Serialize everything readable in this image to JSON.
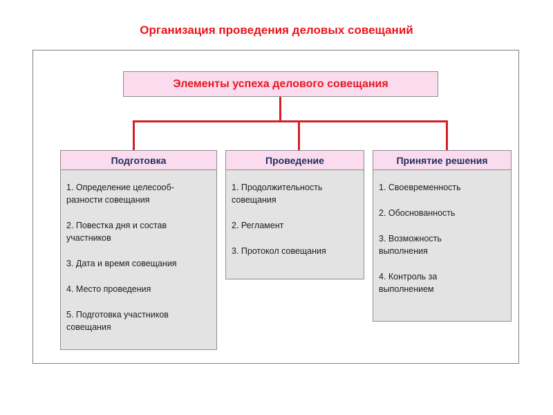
{
  "title": "Организация проведения деловых совещаний",
  "root": {
    "label": "Элементы успеха делового совещания"
  },
  "columns": [
    {
      "header": "Подготовка",
      "items": [
        "1. Определение целесооб-\nразности совещания",
        "2. Повестка дня и состав\nучастников",
        "3. Дата и время совещания",
        "4. Место проведения",
        "5. Подготовка участников\nсовещания"
      ]
    },
    {
      "header": "Проведение",
      "items": [
        "1. Продолжительность\nсовещания",
        "2. Регламент",
        "3. Протокол совещания"
      ]
    },
    {
      "header": "Принятие решения",
      "items": [
        "1. Своевременность",
        "2. Обоснованность",
        "3. Возможность\nвыполнения",
        "4. Контроль за\nвыполнением"
      ]
    }
  ],
  "colors": {
    "title": "#e8161c",
    "header_bg": "#fbdcef",
    "box_bg": "#e3e3e3",
    "connector": "#d42024",
    "header_text": "#1e2b5c"
  }
}
